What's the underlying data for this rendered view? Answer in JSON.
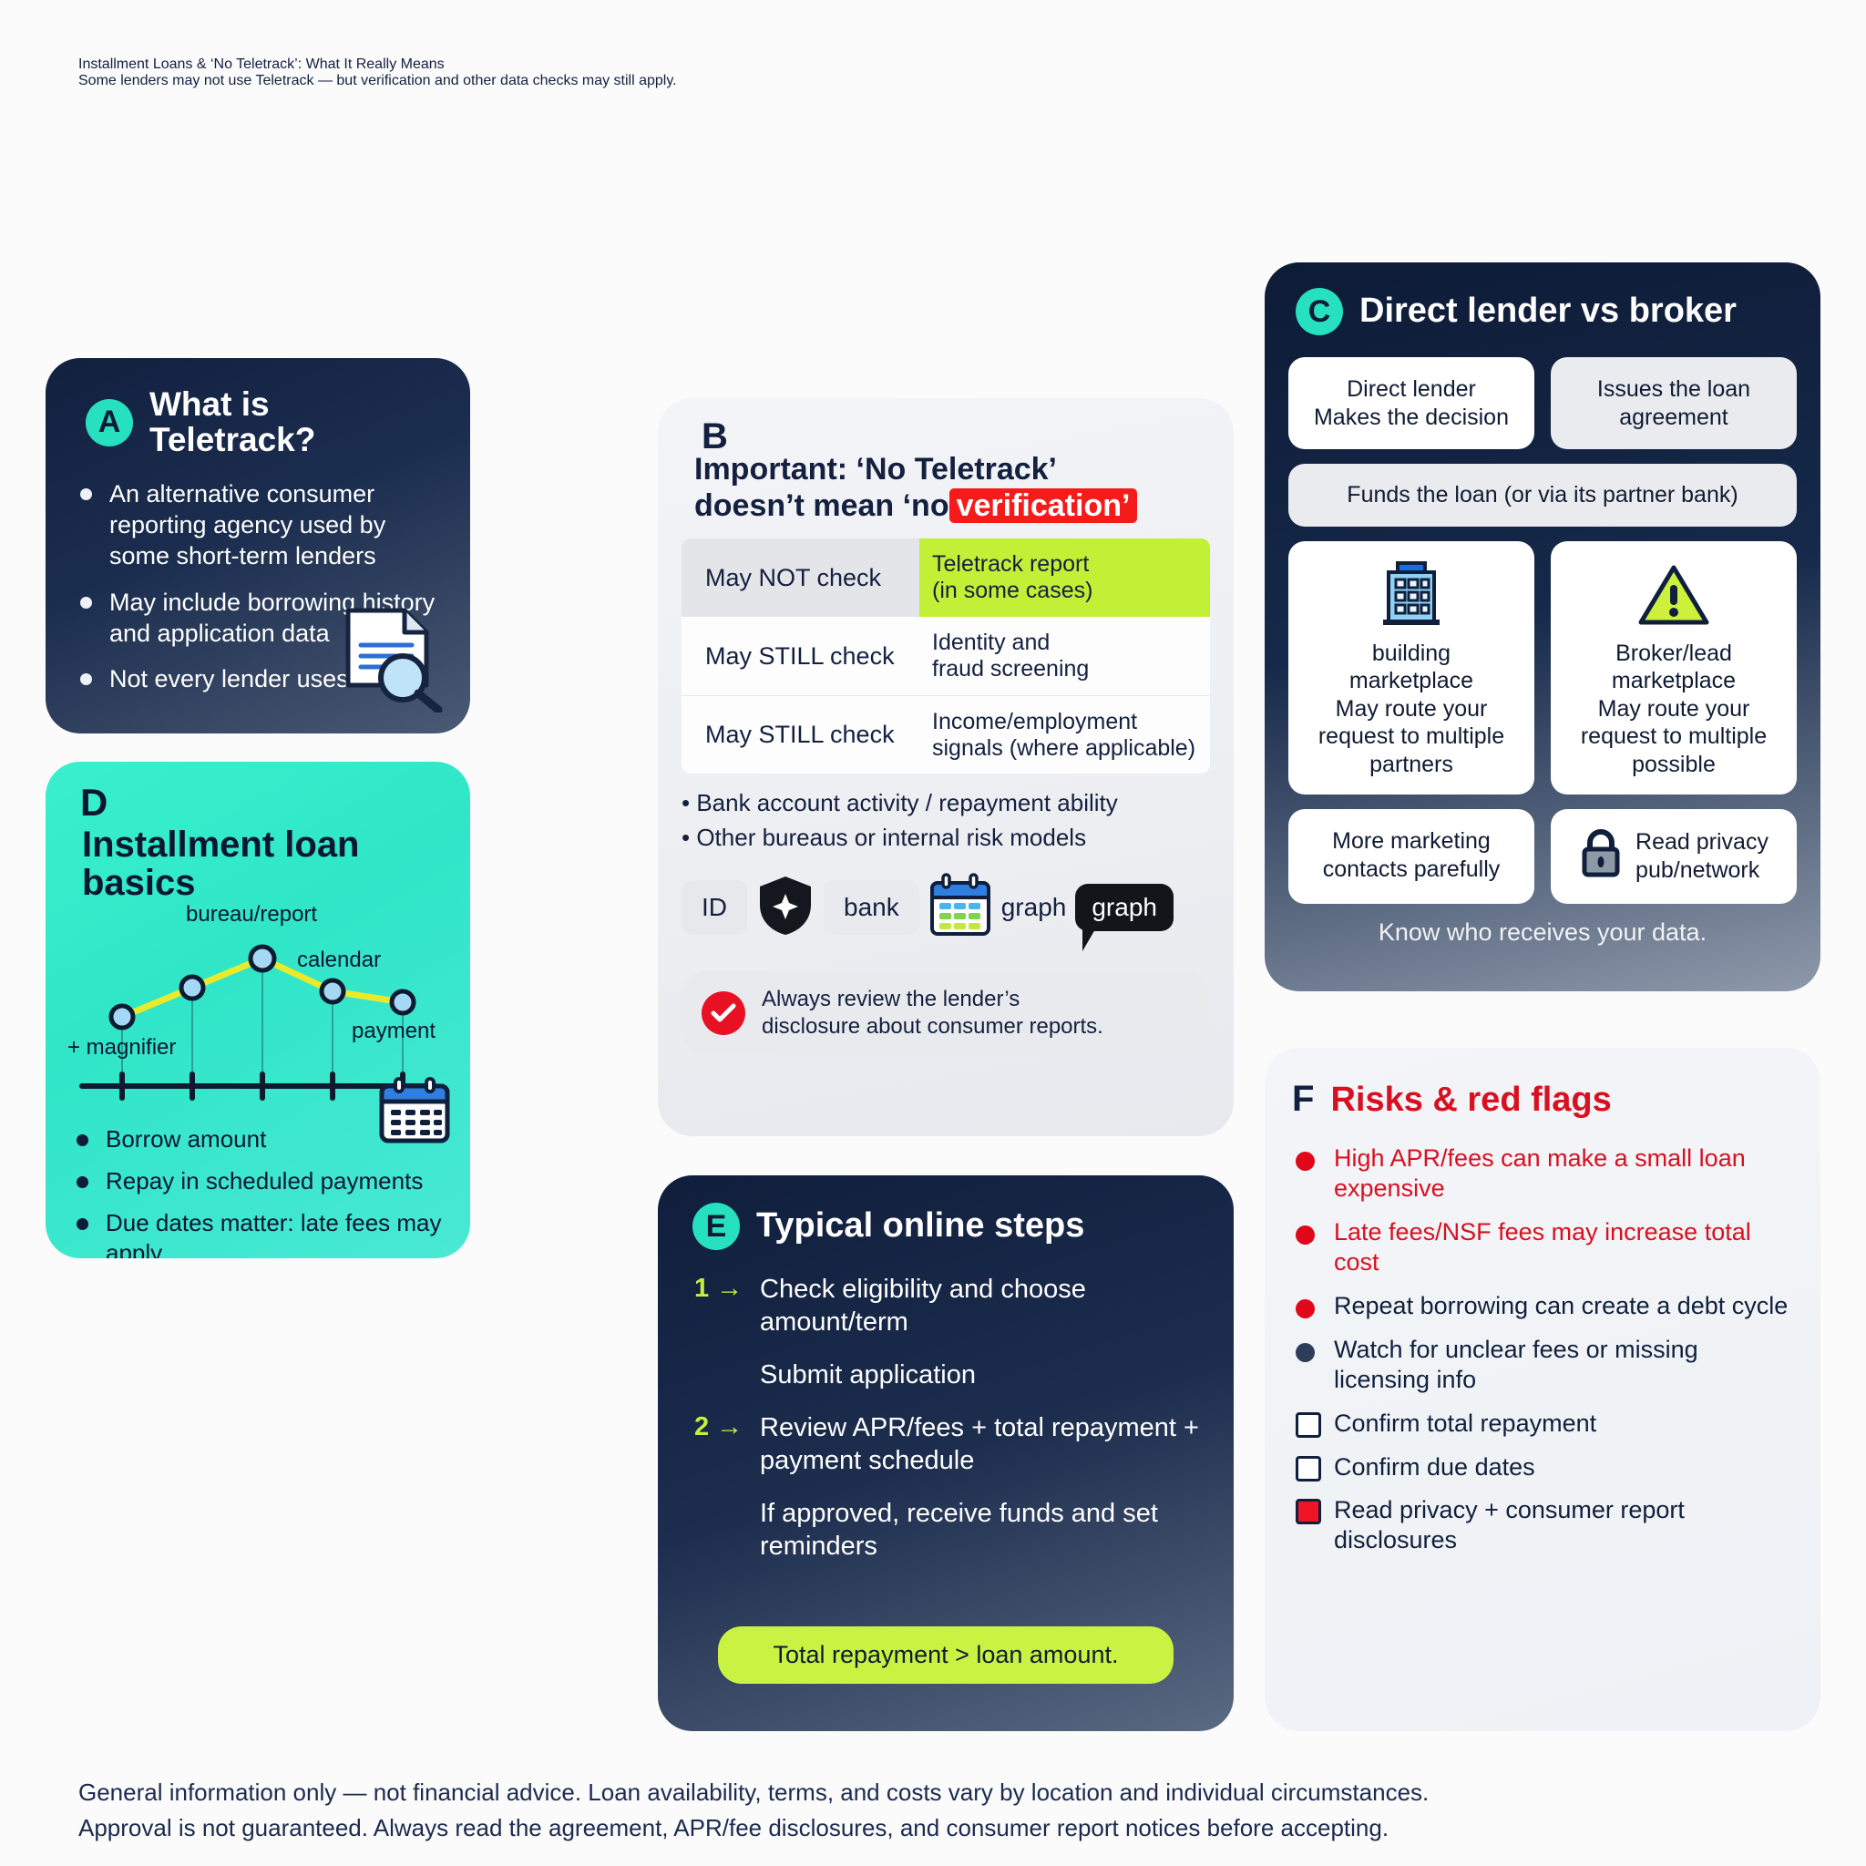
{
  "header": {
    "title": "Installment Loans & ‘No Teletrack’:\nWhat It Really Means",
    "subtitle": "Some lenders may not use Teletrack — but verification and\nother data checks may still apply."
  },
  "panel_a": {
    "badge": "A",
    "title": "What is Teletrack?",
    "bullets": [
      "An alternative consumer reporting agency used by some short-term lenders",
      "May include borrowing history and application data",
      "Not every lender uses it"
    ],
    "icon": "document-magnifier-icon"
  },
  "panel_b": {
    "letter": "B",
    "title_line1": "Important: ‘No Teletrack’",
    "title_line2_pre": "doesn’t mean ‘no",
    "title_highlight": "verification’",
    "table": {
      "rows": [
        {
          "left": "May NOT check",
          "right": "Teletrack report\n(in some cases)",
          "highlight": "#c2f036"
        },
        {
          "left": "May STILL check",
          "right": "Identity and\nfraud screening",
          "highlight": ""
        },
        {
          "left": "May STILL check",
          "right": "Income/employment\nsignals (where applicable)",
          "highlight": ""
        }
      ]
    },
    "sub_bullets": [
      "• Bank account activity / repayment ability",
      "• Other bureaus or internal risk models"
    ],
    "chips": [
      {
        "label": "ID",
        "kind": "chip"
      },
      {
        "label": "",
        "kind": "shield-icon"
      },
      {
        "label": "bank",
        "kind": "chip"
      },
      {
        "label": "",
        "kind": "calendar-icon"
      },
      {
        "label": "graph",
        "kind": "plain"
      },
      {
        "label": "graph",
        "kind": "bubble"
      }
    ],
    "note": "Always review the lender’s\ndisclosure about consumer reports."
  },
  "panel_c": {
    "badge": "C",
    "title": "Direct lender vs broker",
    "card_top_left": "Direct lender\nMakes the decision",
    "card_top_right": "Issues the loan\nagreement",
    "card_wide": "Funds the loan (or via its partner bank)",
    "card_mid_left": "building\nmarketplace\nMay route your\nrequest to multiple\npartners",
    "card_mid_right": "Broker/lead\nmarketplace\nMay route your\nrequest to multiple\npossible",
    "card_bot_left": "More marketing\ncontacts parefully",
    "card_bot_right": "Read privacy\npub/network",
    "footer_note": "Know who receives your data.",
    "icons": {
      "mid_left": "building-icon",
      "mid_right": "warning-triangle-icon",
      "bot_right": "lock-icon"
    }
  },
  "panel_d": {
    "letter": "D",
    "title": "Installment loan basics",
    "bullets": [
      "Borrow amount",
      "Repay in scheduled payments",
      "Due dates matter: late fees may apply"
    ],
    "icon": "calendar-icon"
  },
  "panel_e": {
    "badge": "E",
    "title": "Typical online steps",
    "steps": [
      {
        "num": "1 →",
        "text": "Check eligibility and choose amount/term"
      },
      {
        "num": "",
        "text": "Submit application"
      },
      {
        "num": "2 →",
        "text": "Review APR/fees + total repayment + payment schedule"
      },
      {
        "num": "",
        "text": "If approved, receive funds and set reminders"
      }
    ],
    "pill": "Total repayment > loan amount."
  },
  "panel_f": {
    "letter": "F",
    "title": "Risks & red flags",
    "items": [
      {
        "marker": "dot",
        "color": "#e00718",
        "text": "High APR/fees can make a small loan expensive",
        "text_color": "red"
      },
      {
        "marker": "dot",
        "color": "#e00718",
        "text": "Late fees/NSF fees may increase total cost",
        "text_color": "red"
      },
      {
        "marker": "dot",
        "color": "#e00718",
        "text": "Repeat borrowing can create a debt cycle",
        "text_color": "dark"
      },
      {
        "marker": "dot",
        "color": "#2d3d58",
        "text": "Watch for unclear fees or missing licensing info",
        "text_color": "dark"
      },
      {
        "marker": "box",
        "color": "#ffffff",
        "text": "Confirm total repayment",
        "text_color": "dark"
      },
      {
        "marker": "box",
        "color": "#ffffff",
        "text": "Confirm due dates",
        "text_color": "dark"
      },
      {
        "marker": "box",
        "color": "#f11425",
        "text": "Read privacy + consumer report disclosures",
        "text_color": "dark"
      }
    ]
  },
  "footer": {
    "text": "General information only — not financial advice. Loan availability, terms, and costs vary by location and individual circumstances.\nApproval is not guaranteed. Always read the agreement, APR/fee disclosures, and consumer report notices before accepting."
  },
  "chart_data": {
    "type": "line",
    "title": "Installment loan basics",
    "x": [
      0,
      1,
      2,
      3,
      4
    ],
    "values": [
      18,
      52,
      88,
      48,
      38
    ],
    "point_labels": [
      "+ magnifier",
      "",
      "bureau/report",
      "calendar",
      "payment"
    ],
    "annotations": [
      "bureau/report",
      "calendar",
      "payment",
      "+ magnifier"
    ],
    "line_color": "#eaea2c",
    "marker_color": "#a5d8f5",
    "xlabel": "",
    "ylabel": "",
    "grid": false,
    "axis": "x-only"
  },
  "colors": {
    "accent_teal": "#27e0c0",
    "accent_lime": "#c2f036",
    "accent_red": "#e81124",
    "navy": "#12203f"
  }
}
